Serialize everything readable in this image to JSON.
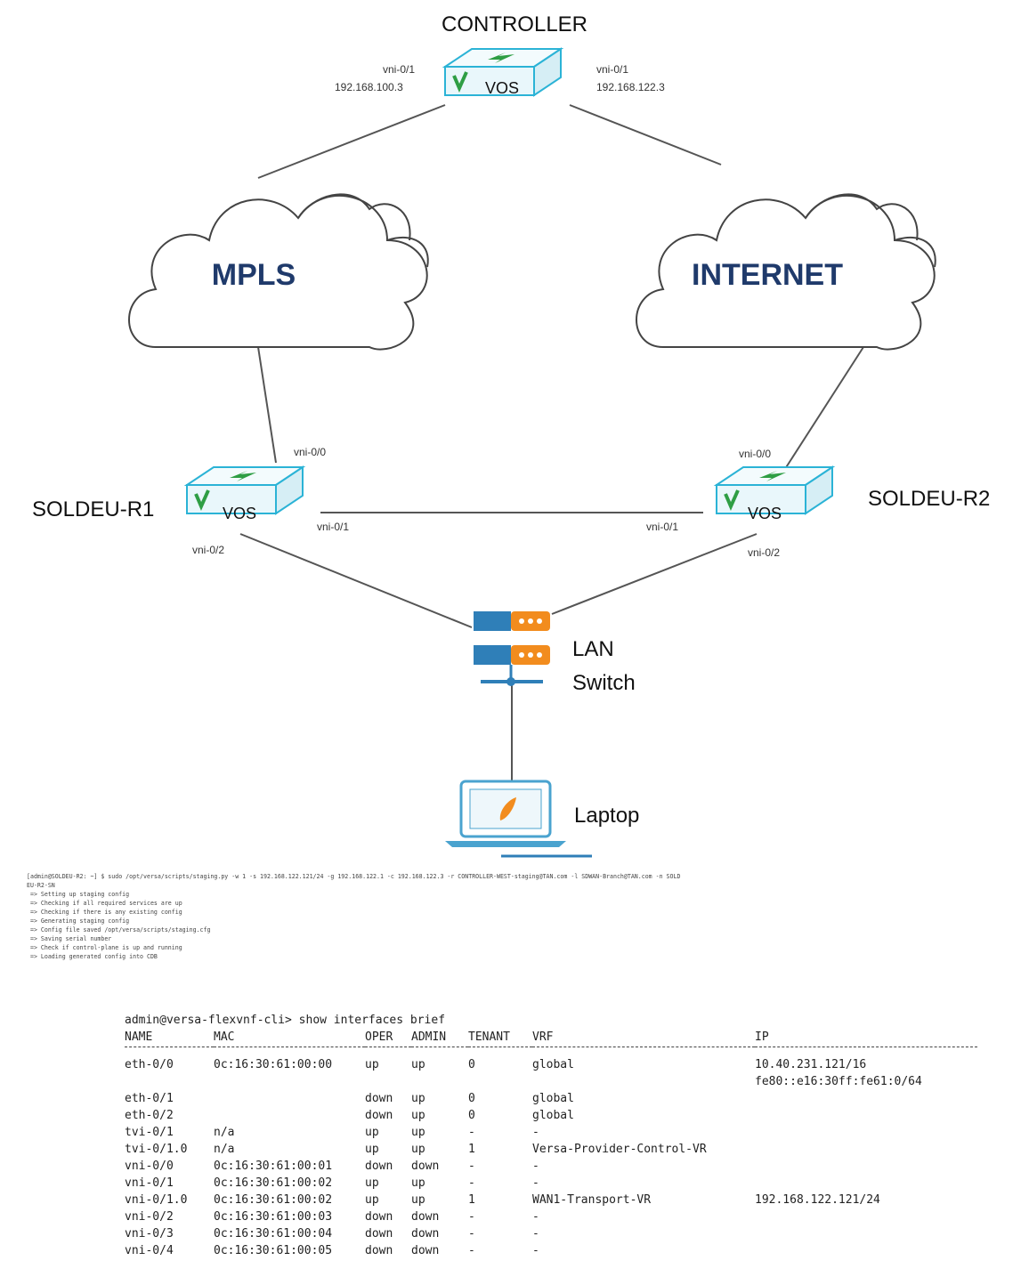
{
  "diagram": {
    "controller": {
      "title": "CONTROLLER",
      "brand": "VOS",
      "left_port": "vni-0/1",
      "left_ip": "192.168.100.3",
      "right_port": "vni-0/1",
      "right_ip": "192.168.122.3"
    },
    "clouds": {
      "mpls": "MPLS",
      "internet": "INTERNET"
    },
    "r1": {
      "name": "SOLDEU-R1",
      "brand": "VOS",
      "port_up": "vni-0/0",
      "port_side": "vni-0/1",
      "port_down": "vni-0/2"
    },
    "r2": {
      "name": "SOLDEU-R2",
      "brand": "VOS",
      "port_up": "vni-0/0",
      "port_side": "vni-0/1",
      "port_down": "vni-0/2"
    },
    "switch": {
      "line1": "LAN",
      "line2": "Switch"
    },
    "laptop": {
      "label": "Laptop"
    },
    "colors": {
      "device_face": "#e9f7fb",
      "device_top": "#f3fbfd",
      "device_edge": "#2bb3d6",
      "leaf": "#2e9e44",
      "cloud_text": "#1f3a6b",
      "switch_blue": "#2f7fb8",
      "switch_orange": "#f28c1e",
      "laptop_blue": "#4aa3cf"
    }
  },
  "cli_staging": {
    "lines": [
      "[admin@SOLDEU-R2: ~] $ sudo /opt/versa/scripts/staging.py -w 1 -s 192.168.122.121/24 -g 192.168.122.1 -c 192.168.122.3 -r CONTROLLER-WEST-staging@TAN.com -l SDWAN-Branch@TAN.com -n SOLD",
      "EU-R2-SN",
      " => Setting up staging config",
      " => Checking if all required services are up",
      " => Checking if there is any existing config",
      " => Generating staging config",
      " => Config file saved /opt/versa/scripts/staging.cfg",
      " => Saving serial number",
      " => Check if control-plane is up and running",
      " => Loading generated config into CDB"
    ]
  },
  "cli_interfaces": {
    "prompt": "admin@versa-flexvnf-cli> show interfaces brief",
    "columns": [
      "NAME",
      "MAC",
      "OPER",
      "ADMIN",
      "TENANT",
      "VRF",
      "IP"
    ],
    "rows": [
      [
        "eth-0/0",
        "0c:16:30:61:00:00",
        "up",
        "up",
        "0",
        "global",
        "10.40.231.121/16"
      ],
      [
        "",
        "",
        "",
        "",
        "",
        "",
        "fe80::e16:30ff:fe61:0/64"
      ],
      [
        "eth-0/1",
        "",
        "down",
        "up",
        "0",
        "global",
        ""
      ],
      [
        "eth-0/2",
        "",
        "down",
        "up",
        "0",
        "global",
        ""
      ],
      [
        "tvi-0/1",
        "n/a",
        "up",
        "up",
        "-",
        "-",
        ""
      ],
      [
        "tvi-0/1.0",
        "n/a",
        "up",
        "up",
        "1",
        "Versa-Provider-Control-VR",
        ""
      ],
      [
        "vni-0/0",
        "0c:16:30:61:00:01",
        "down",
        "down",
        "-",
        "-",
        ""
      ],
      [
        "vni-0/1",
        "0c:16:30:61:00:02",
        "up",
        "up",
        "-",
        "-",
        ""
      ],
      [
        "vni-0/1.0",
        "0c:16:30:61:00:02",
        "up",
        "up",
        "1",
        "WAN1-Transport-VR",
        "192.168.122.121/24"
      ],
      [
        "vni-0/2",
        "0c:16:30:61:00:03",
        "down",
        "down",
        "-",
        "-",
        ""
      ],
      [
        "vni-0/3",
        "0c:16:30:61:00:04",
        "down",
        "down",
        "-",
        "-",
        ""
      ],
      [
        "vni-0/4",
        "0c:16:30:61:00:05",
        "down",
        "down",
        "-",
        "-",
        ""
      ]
    ]
  }
}
